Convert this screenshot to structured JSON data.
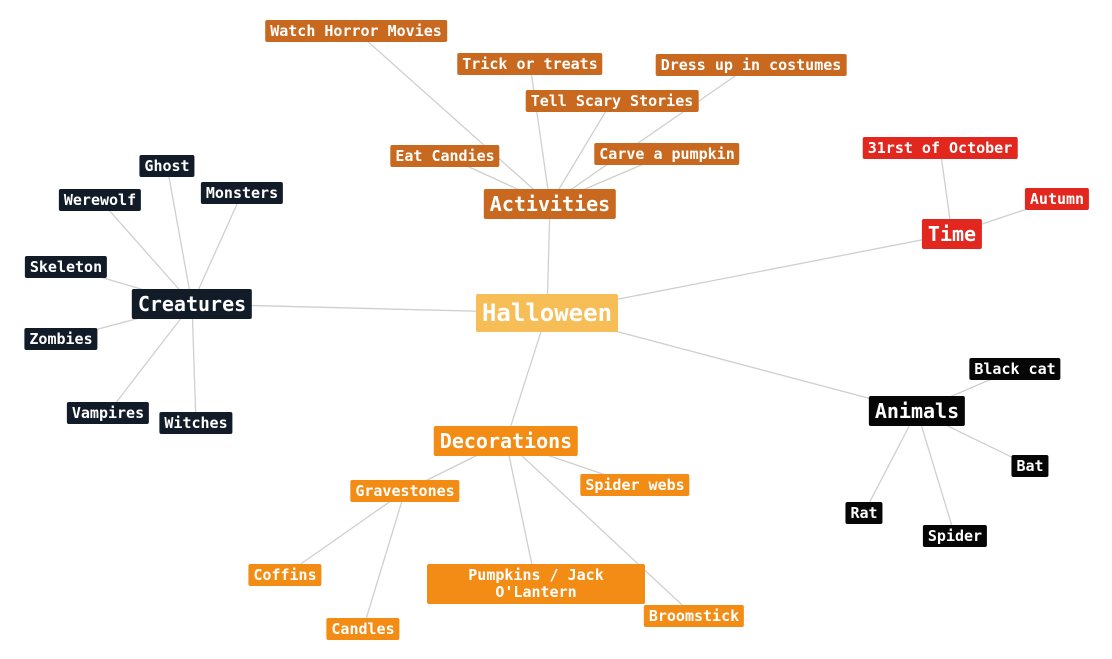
{
  "colors": {
    "root": "#f7bd56",
    "activities": "#c8691f",
    "creatures": "#121c28",
    "time": "#e2281e",
    "animals": "#060606",
    "decorations": "#f28c14",
    "edge": "#cfcfcf"
  },
  "nodes": [
    {
      "id": "halloween",
      "label": "Halloween",
      "group": "root",
      "size": "root"
    },
    {
      "id": "activities",
      "label": "Activities",
      "group": "activities",
      "size": "hub",
      "parent": "halloween"
    },
    {
      "id": "creatures",
      "label": "Creatures",
      "group": "creatures",
      "size": "hub",
      "parent": "halloween"
    },
    {
      "id": "time",
      "label": "Time",
      "group": "time",
      "size": "hub",
      "parent": "halloween"
    },
    {
      "id": "animals",
      "label": "Animals",
      "group": "animals",
      "size": "hub",
      "parent": "halloween"
    },
    {
      "id": "decorations",
      "label": "Decorations",
      "group": "decorations",
      "size": "hub",
      "parent": "halloween"
    },
    {
      "id": "watch-horror-movies",
      "label": "Watch Horror Movies",
      "group": "activities",
      "size": "leaf",
      "parent": "activities"
    },
    {
      "id": "trick-or-treats",
      "label": "Trick or treats",
      "group": "activities",
      "size": "leaf",
      "parent": "activities"
    },
    {
      "id": "dress-up-in-costumes",
      "label": "Dress up in costumes",
      "group": "activities",
      "size": "leaf",
      "parent": "activities"
    },
    {
      "id": "tell-scary-stories",
      "label": "Tell Scary Stories",
      "group": "activities",
      "size": "leaf",
      "parent": "activities"
    },
    {
      "id": "eat-candies",
      "label": "Eat Candies",
      "group": "activities",
      "size": "leaf",
      "parent": "activities"
    },
    {
      "id": "carve-a-pumpkin",
      "label": "Carve a pumpkin",
      "group": "activities",
      "size": "leaf",
      "parent": "activities"
    },
    {
      "id": "ghost",
      "label": "Ghost",
      "group": "creatures",
      "size": "leaf",
      "parent": "creatures"
    },
    {
      "id": "werewolf",
      "label": "Werewolf",
      "group": "creatures",
      "size": "leaf",
      "parent": "creatures"
    },
    {
      "id": "monsters",
      "label": "Monsters",
      "group": "creatures",
      "size": "leaf",
      "parent": "creatures"
    },
    {
      "id": "skeleton",
      "label": "Skeleton",
      "group": "creatures",
      "size": "leaf",
      "parent": "creatures"
    },
    {
      "id": "zombies",
      "label": "Zombies",
      "group": "creatures",
      "size": "leaf",
      "parent": "creatures"
    },
    {
      "id": "vampires",
      "label": "Vampires",
      "group": "creatures",
      "size": "leaf",
      "parent": "creatures"
    },
    {
      "id": "witches",
      "label": "Witches",
      "group": "creatures",
      "size": "leaf",
      "parent": "creatures"
    },
    {
      "id": "31rst-of-october",
      "label": "31rst of October",
      "group": "time",
      "size": "leaf",
      "parent": "time"
    },
    {
      "id": "autumn",
      "label": "Autumn",
      "group": "time",
      "size": "leaf",
      "parent": "time"
    },
    {
      "id": "black-cat",
      "label": "Black cat",
      "group": "animals",
      "size": "leaf",
      "parent": "animals"
    },
    {
      "id": "bat",
      "label": "Bat",
      "group": "animals",
      "size": "leaf",
      "parent": "animals"
    },
    {
      "id": "rat",
      "label": "Rat",
      "group": "animals",
      "size": "leaf",
      "parent": "animals"
    },
    {
      "id": "spider",
      "label": "Spider",
      "group": "animals",
      "size": "leaf",
      "parent": "animals"
    },
    {
      "id": "gravestones",
      "label": "Gravestones",
      "group": "decorations",
      "size": "leaf",
      "parent": "decorations"
    },
    {
      "id": "spider-webs",
      "label": "Spider webs",
      "group": "decorations",
      "size": "leaf",
      "parent": "decorations"
    },
    {
      "id": "coffins",
      "label": "Coffins",
      "group": "decorations",
      "size": "leaf",
      "parent": "gravestones"
    },
    {
      "id": "candles",
      "label": "Candles",
      "group": "decorations",
      "size": "leaf",
      "parent": "gravestones"
    },
    {
      "id": "pumpkins-jack-olantern",
      "label": "Pumpkins / Jack O'Lantern",
      "group": "decorations",
      "size": "leaf",
      "parent": "decorations",
      "wrap": true
    },
    {
      "id": "broomstick",
      "label": "Broomstick",
      "group": "decorations",
      "size": "leaf",
      "parent": "decorations"
    }
  ]
}
